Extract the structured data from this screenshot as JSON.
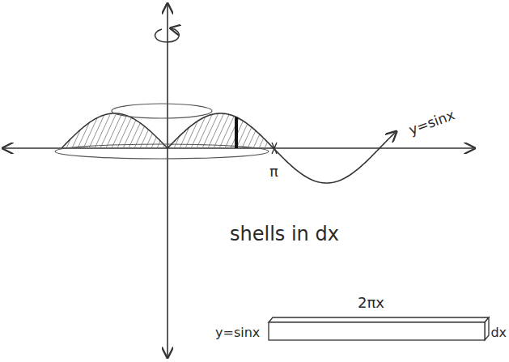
{
  "diagram": {
    "labels": [
      "y=sinx",
      "π",
      "shells in dx",
      "2πx",
      "y=sinx",
      "dx"
    ]
  }
}
